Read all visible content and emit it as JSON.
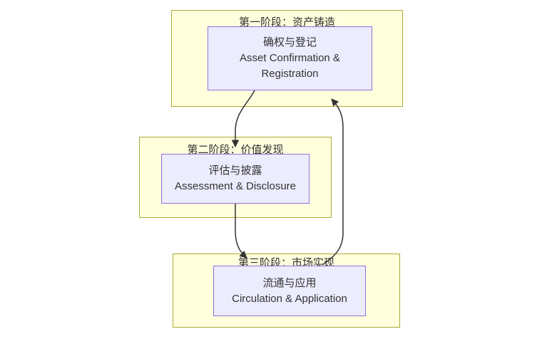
{
  "diagram": {
    "type": "flowchart",
    "direction": "top-down",
    "colors": {
      "canvas_bg": "#ffffff",
      "stage_fill": "#ffffde",
      "stage_border": "#aaaa33",
      "node_fill": "#ECECFF",
      "node_border": "#9370DB",
      "text": "#333333",
      "edge": "#333333"
    },
    "stages": [
      {
        "title": "第一阶段：资产铸造",
        "node": {
          "lines": [
            "确权与登记",
            "Asset Confirmation &",
            "Registration"
          ]
        }
      },
      {
        "title": "第二阶段：价值发现",
        "node": {
          "lines": [
            "评估与披露",
            "Assessment & Disclosure"
          ]
        }
      },
      {
        "title": "第三阶段：市场实现",
        "node": {
          "lines": [
            "流通与应用",
            "Circulation & Application"
          ]
        }
      }
    ],
    "edges": [
      {
        "from": "确权与登记",
        "to": "评估与披露"
      },
      {
        "from": "评估与披露",
        "to": "流通与应用"
      },
      {
        "from": "流通与应用",
        "to": "确权与登记"
      }
    ]
  }
}
